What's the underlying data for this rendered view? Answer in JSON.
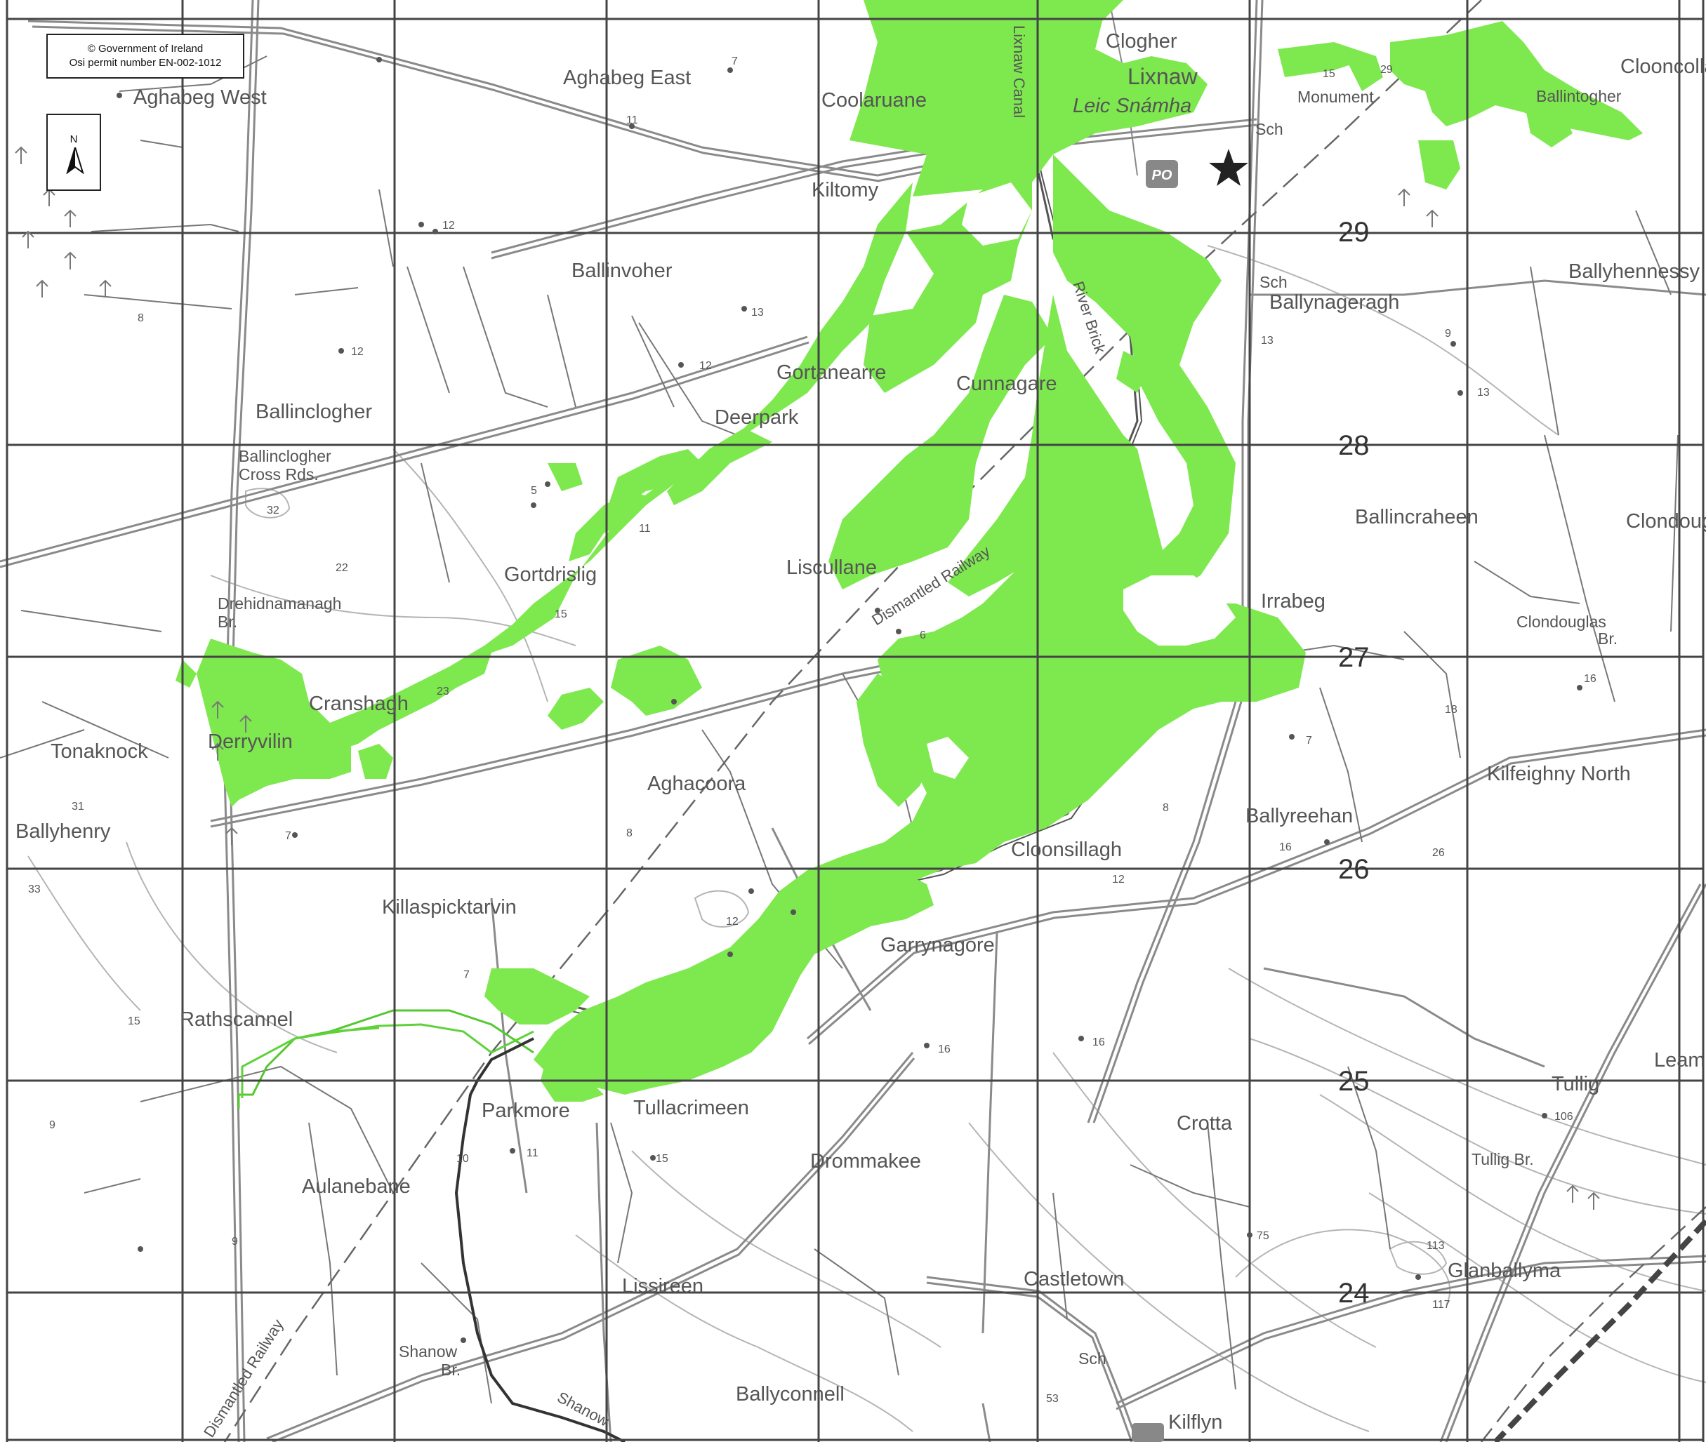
{
  "copyright": {
    "line1": "© Government of Ireland",
    "line2": "Osi permit number EN-002-1012"
  },
  "north_arrow": {
    "letter": "N",
    "icon": "north-arrow-icon"
  },
  "colors": {
    "flood_extent": "#7ee84f",
    "grid": "#444444",
    "road": "#9a9a9a",
    "river": "#333333",
    "contour": "#b5b5b5",
    "boundary_line": "#5fd23a"
  },
  "place_names": {
    "aghabeg_west": "Aghabeg West",
    "aghabeg_east": "Aghabeg East",
    "clogher": "Clogher",
    "lixnaw": "Lixnaw",
    "leic_snamha": "Leic Snámha",
    "coolaruane": "Coolaruane",
    "monument": "Monument",
    "ballintogher": "Ballintogher",
    "clooncolla": "Clooncolla",
    "kiltomy": "Kiltomy",
    "ballinvoher": "Ballinvoher",
    "ballynageragh": "Ballynageragh",
    "ballyhennessy": "Ballyhennessy",
    "gortanearre": "Gortanearre",
    "cunnagare": "Cunnagare",
    "deerpark": "Deerpark",
    "ballinclogher": "Ballinclogher",
    "ballinclogher_cross_rds_1": "Ballinclogher",
    "ballinclogher_cross_rds_2": "Cross Rds.",
    "ballincraheen": "Ballincraheen",
    "clondouglas": "Clondouglas",
    "liscullane": "Liscullane",
    "gortdrislig": "Gortdrislig",
    "irrabeg": "Irrabeg",
    "drehidnamanagh_1": "Drehidnamanagh",
    "drehidnamanagh_2": "Br.",
    "clondouglas_br_1": "Clondouglas",
    "clondouglas_br_2": "Br.",
    "cranshagh": "Cranshagh",
    "tonaknock": "Tonaknock",
    "derryvilin": "Derryvilin",
    "aghacoora": "Aghacoora",
    "kilfeighny_north": "Kilfeighny North",
    "ballyhenry": "Ballyhenry",
    "ballyreehan": "Ballyreehan",
    "cloonsillagh": "Cloonsillagh",
    "killaspicktarvin": "Killaspicktarvin",
    "garrynagore": "Garrynagore",
    "rathscannel": "Rathscannel",
    "parkmore": "Parkmore",
    "tullacrimeen": "Tullacrimeen",
    "crotta": "Crotta",
    "tullig": "Tullig",
    "leam": "Leam",
    "drommakee": "Drommakee",
    "aulanebane": "Aulanebane",
    "tullig_br": "Tullig Br.",
    "glanballyma": "Glanballyma",
    "lissireen": "Lissireen",
    "castletown": "Castletown",
    "shanow_br_1": "Shanow",
    "shanow_br_2": "Br.",
    "ballyconnell": "Ballyconnell",
    "kilflyn": "Kilflyn",
    "sch_1": "Sch",
    "sch_2": "Sch",
    "sch_3": "Sch",
    "po": "PO",
    "lixnaw_canal": "Lixnaw Canal",
    "river_brick": "River Brick",
    "dismantled_railway_1": "Dismantled Railway",
    "dismantled_railway_2": "Dismantled Railway",
    "shanow_river": "Shanow"
  },
  "grid_labels": {
    "n29": "29",
    "n28": "28",
    "n27": "27",
    "n26": "26",
    "n25": "25",
    "n24": "24"
  },
  "spot_heights": {
    "h7a": "7",
    "h11a": "11",
    "h15a": "15",
    "h12a": "12",
    "h13a": "13",
    "h12b": "12",
    "h12c": "12",
    "h8a": "8",
    "h9a": "9",
    "h13b": "13",
    "h13c": "13",
    "h32": "32",
    "h22": "22",
    "h5": "5",
    "h11b": "11",
    "h15b": "15",
    "h6": "6",
    "h23": "23",
    "h16a": "16",
    "h18": "18",
    "h7b": "7",
    "h31": "31",
    "h7c": "7",
    "h8b": "8",
    "h33": "33",
    "h16b": "16",
    "h12d": "12",
    "h12e": "12",
    "h7d": "7",
    "h15c": "15",
    "h16c": "16",
    "h16d": "16",
    "h8c": "8",
    "h9b": "9",
    "h11c": "11",
    "h10": "10",
    "h15d": "15",
    "h9c": "9",
    "h106": "106",
    "h75": "75",
    "h113": "113",
    "h117": "117",
    "h53": "53",
    "h29": "29",
    "h26": "26"
  }
}
